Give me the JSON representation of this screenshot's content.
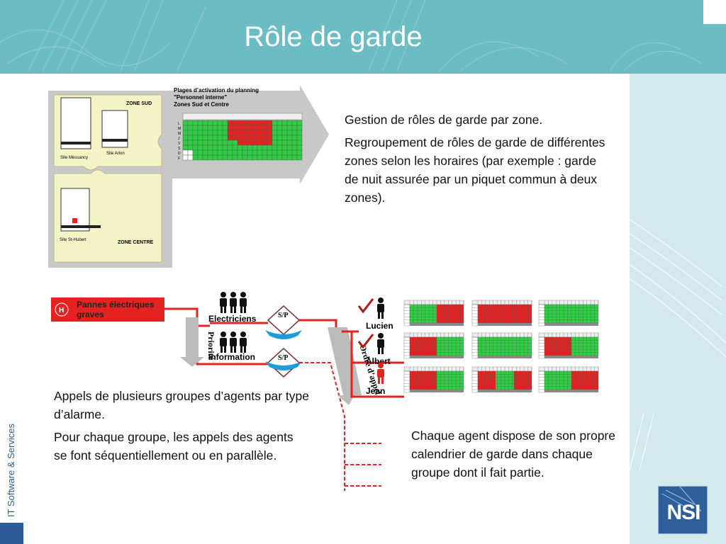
{
  "slide": {
    "title": "Rôle de garde",
    "brand_text": "IT Software & Services",
    "logo": "NSI"
  },
  "top_text": {
    "p1": "Gestion de rôles de garde par zone.",
    "p2": "Regroupement de rôles de garde de différentes zones selon les horaires (par exemple : garde de nuit assurée par un piquet commun à deux zones)."
  },
  "left_text": {
    "p1": "Appels de plusieurs groupes d’agents par type d’alarme.",
    "p2": "Pour chaque groupe, les appels des agents se font séquentiellement ou en parallèle."
  },
  "right_text": {
    "p1": "Chaque agent dispose de son propre calendrier de garde dans chaque groupe dont il fait partie."
  },
  "zone_map": {
    "zone_sud": "ZONE SUD",
    "zone_centre": "ZONE CENTRE",
    "site_messancy": "Site Messancy",
    "site_arlon": "Site Arlon",
    "site_sthubert": "Site St-Hubert",
    "planning_title_1": "Plages d’activation du planning",
    "planning_title_2": "\"Personnel interne\"",
    "planning_title_3": "Zones Sud et Centre",
    "days": [
      "L",
      "M",
      "M",
      "J",
      "V",
      "S",
      "D",
      "F"
    ]
  },
  "flow": {
    "alarm_letter": "H",
    "alarm_label_1": "Pannes électriques",
    "alarm_label_2": "graves",
    "group1": "Electriciens",
    "group2": "Information",
    "sp_label": "S/P",
    "priority": "Priorité",
    "call_order": "Ordre d’appel",
    "agents": [
      "Lucien",
      "Albert",
      "Jean"
    ]
  },
  "colors": {
    "title_band": "#6bbcc3",
    "side_band": "#d3e9ec",
    "red": "#e52222",
    "green": "#2fcf44",
    "blue": "#2e5b9a"
  }
}
